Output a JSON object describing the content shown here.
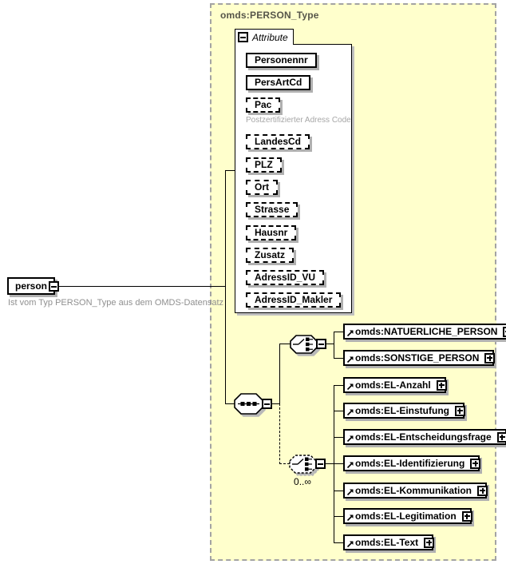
{
  "person_element": {
    "label": "person",
    "annotation": "Ist vom Typ PERSON_Type aus dem OMDS-Datensatz"
  },
  "type_box": {
    "title": "omds:PERSON_Type",
    "attributes_section": {
      "label": "Attribute",
      "items": [
        {
          "label": "Personennr",
          "use": "required"
        },
        {
          "label": "PersArtCd",
          "use": "required"
        },
        {
          "label": "Pac",
          "use": "optional",
          "annotation": "Postzertifizierter Adress Code"
        },
        {
          "label": "LandesCd",
          "use": "optional"
        },
        {
          "label": "PLZ",
          "use": "optional"
        },
        {
          "label": "Ort",
          "use": "optional"
        },
        {
          "label": "Strasse",
          "use": "optional"
        },
        {
          "label": "Hausnr",
          "use": "optional"
        },
        {
          "label": "Zusatz",
          "use": "optional"
        },
        {
          "label": "AdressID_VU",
          "use": "optional"
        },
        {
          "label": "AdressID_Makler",
          "use": "optional"
        }
      ]
    },
    "content_model": {
      "compositor": "sequence",
      "choices": [
        {
          "compositor": "choice",
          "occurrence": "",
          "elements": [
            {
              "label": "omds:NATUERLICHE_PERSON"
            },
            {
              "label": "omds:SONSTIGE_PERSON"
            }
          ]
        },
        {
          "compositor": "choice",
          "occurrence": "0..∞",
          "elements": [
            {
              "label": "omds:EL-Anzahl"
            },
            {
              "label": "omds:EL-Einstufung"
            },
            {
              "label": "omds:EL-Entscheidungsfrage"
            },
            {
              "label": "omds:EL-Identifizierung"
            },
            {
              "label": "omds:EL-Kommunikation"
            },
            {
              "label": "omds:EL-Legitimation"
            },
            {
              "label": "omds:EL-Text"
            }
          ]
        }
      ]
    }
  },
  "icons": {
    "collapse": "−",
    "expand": "+",
    "sequence": "three-dots-octagon",
    "choice": "switch-octagon",
    "reference": "↗"
  },
  "colors": {
    "type_box_fill": "#FFFFCC",
    "type_box_border": "#A3A3A3",
    "type_title": "#56554A",
    "box_shadow": "#B0B0B0",
    "annotation_gray": "#A6A6A6",
    "person_annotation_gray": "#8F8F8F",
    "line_black": "#000000"
  }
}
